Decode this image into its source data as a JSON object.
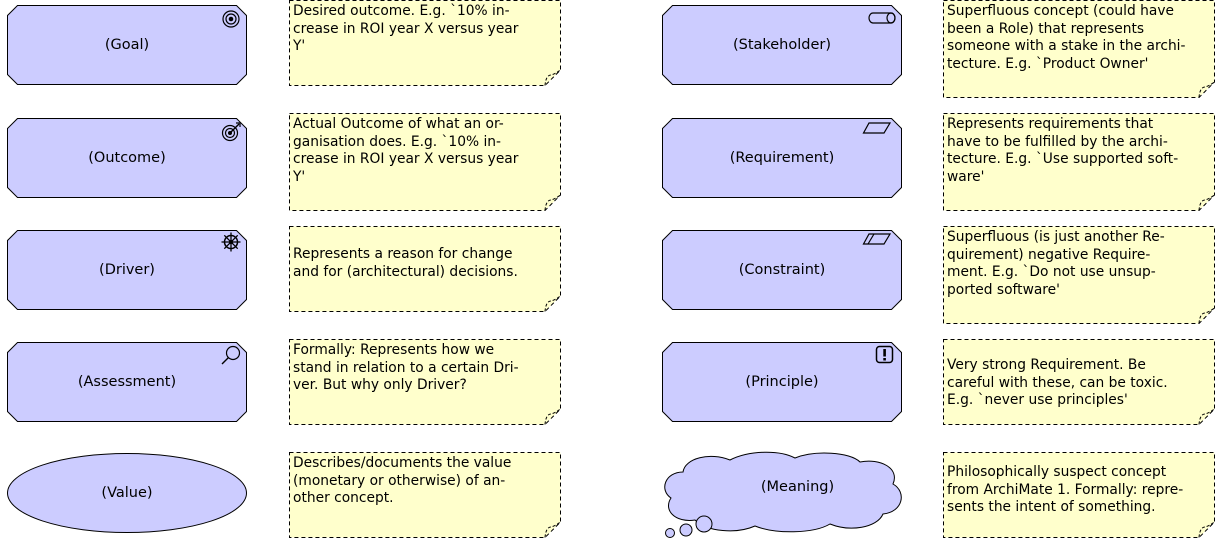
{
  "colors": {
    "element_fill": "#ccccff",
    "note_fill": "#ffffcc",
    "stroke": "#000000"
  },
  "elements": [
    {
      "label": "(Goal)",
      "icon": "goal-icon",
      "note": "Desired outcome. E.g. `10% in-\ncrease in ROI year X versus year\nY'"
    },
    {
      "label": "(Outcome)",
      "icon": "outcome-icon",
      "note": "Actual Outcome of what an or-\nganisation does. E.g. `10% in-\ncrease in ROI year X versus year\nY'"
    },
    {
      "label": "(Driver)",
      "icon": "driver-icon",
      "note": "Represents a reason for change\nand for (architectural) decisions."
    },
    {
      "label": "(Assessment)",
      "icon": "assessment-icon",
      "note": "Formally: Represents how we\nstand in relation to a certain Dri-\nver. But why only Driver?"
    },
    {
      "label": "(Value)",
      "icon": "value-shape",
      "note": "Describes/documents the value\n(monetary or otherwise) of an-\nother concept."
    },
    {
      "label": "(Stakeholder)",
      "icon": "stakeholder-icon",
      "note": "Superfluous concept (could have\nbeen a Role) that represents\nsomeone with a stake in the archi-\ntecture. E.g. `Product Owner'"
    },
    {
      "label": "(Requirement)",
      "icon": "requirement-icon",
      "note": "Represents requirements that\nhave to be fulfilled by the archi-\ntecture. E.g. `Use supported soft-\nware'"
    },
    {
      "label": "(Constraint)",
      "icon": "constraint-icon",
      "note": "Superfluous (is just another Re-\nquirement) negative Require-\nment. E.g. `Do not use unsup-\nported software'"
    },
    {
      "label": "(Principle)",
      "icon": "principle-icon",
      "note": "Very strong Requirement. Be\ncareful with these, can be toxic.\nE.g. `never use principles'"
    },
    {
      "label": "(Meaning)",
      "icon": "meaning-cloud-shape",
      "note": "Philosophically suspect concept\nfrom ArchiMate 1. Formally: repre-\nsents the intent of something."
    }
  ]
}
